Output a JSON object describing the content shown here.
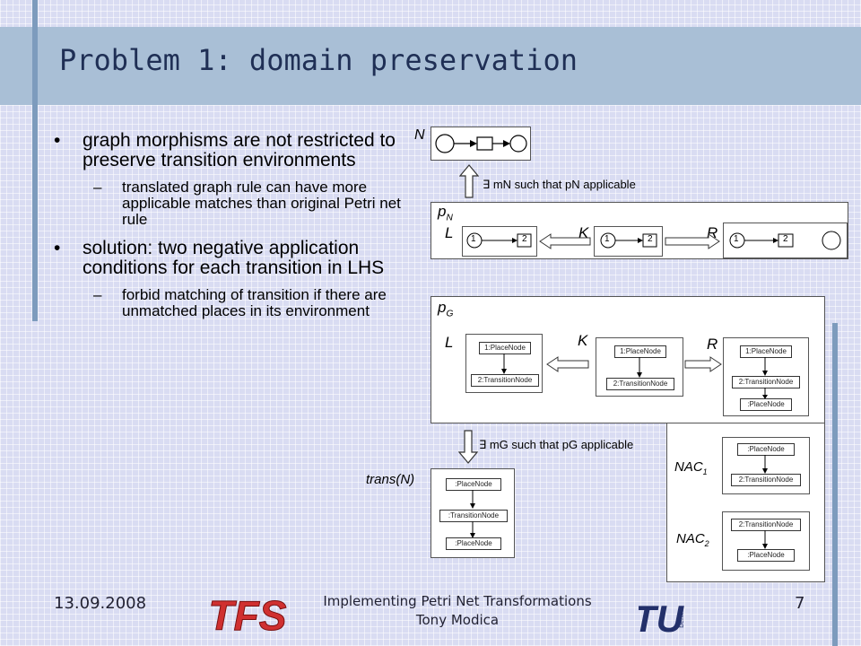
{
  "slide": {
    "title": "Problem 1: domain preservation",
    "bullets": [
      {
        "text": "graph morphisms are not restricted to preserve transition environments",
        "sub": "translated graph rule can have more applicable matches than original Petri net rule"
      },
      {
        "text": "solution: two negative application conditions for each transition in LHS",
        "sub": "forbid matching of transition if there are unmatched places in its environment"
      }
    ]
  },
  "diagram": {
    "n_label": "N",
    "mn_text": "∃ mN such that pN applicable",
    "pn_label": "pN",
    "L": "L",
    "K": "K",
    "R": "R",
    "one": "1",
    "two": "2",
    "pg_label": "pG",
    "mg_text": "∃ mG such that pG applicable",
    "trans_label": "trans(N)",
    "nac1": "NAC1",
    "nac2": "NAC2",
    "nodes": {
      "place1": "1:PlaceNode",
      "trans2": "2:TransitionNode",
      "place": ":PlaceNode",
      "trans": ":TransitionNode"
    }
  },
  "footer": {
    "date": "13.09.2008",
    "line1": "Implementing Petri Net Transformations",
    "line2": "Tony Modica",
    "page": "7",
    "logo_left": "TFS",
    "logo_right": "TU",
    "logo_right_small": "berlin"
  }
}
